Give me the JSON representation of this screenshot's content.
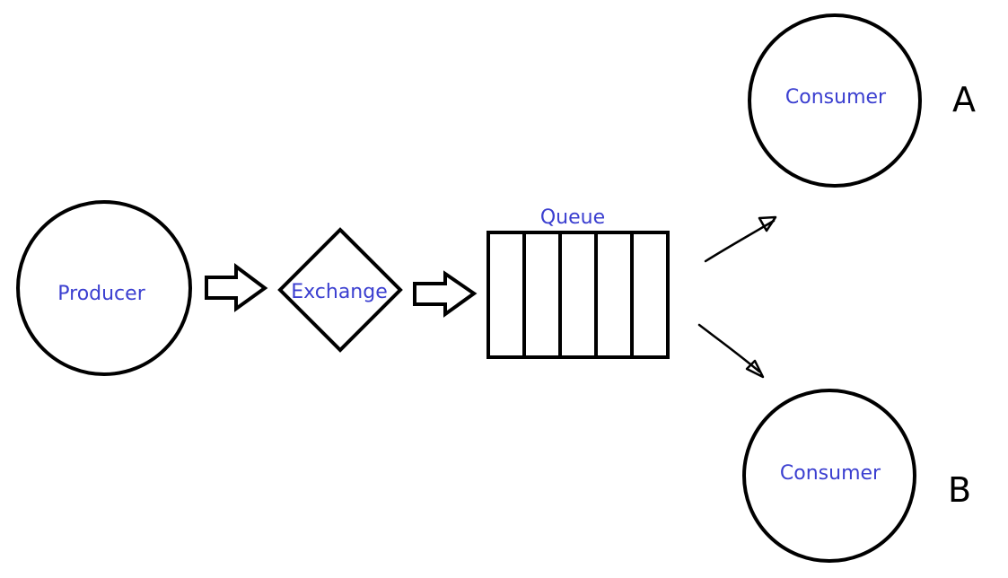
{
  "nodes": {
    "producer": {
      "label": "Producer"
    },
    "exchange": {
      "label": "Exchange"
    },
    "queue": {
      "label": "Queue",
      "slots": 5
    },
    "consumer_a": {
      "label": "Consumer",
      "tag": "A"
    },
    "consumer_b": {
      "label": "Consumer",
      "tag": "B"
    }
  },
  "edges": [
    {
      "from": "producer",
      "to": "exchange",
      "style": "block-arrow"
    },
    {
      "from": "exchange",
      "to": "queue",
      "style": "block-arrow"
    },
    {
      "from": "queue",
      "to": "consumer_a",
      "style": "line-arrow"
    },
    {
      "from": "queue",
      "to": "consumer_b",
      "style": "line-arrow"
    }
  ],
  "colors": {
    "stroke": "#000000",
    "label": "#3b3fd0",
    "background": "#ffffff"
  }
}
